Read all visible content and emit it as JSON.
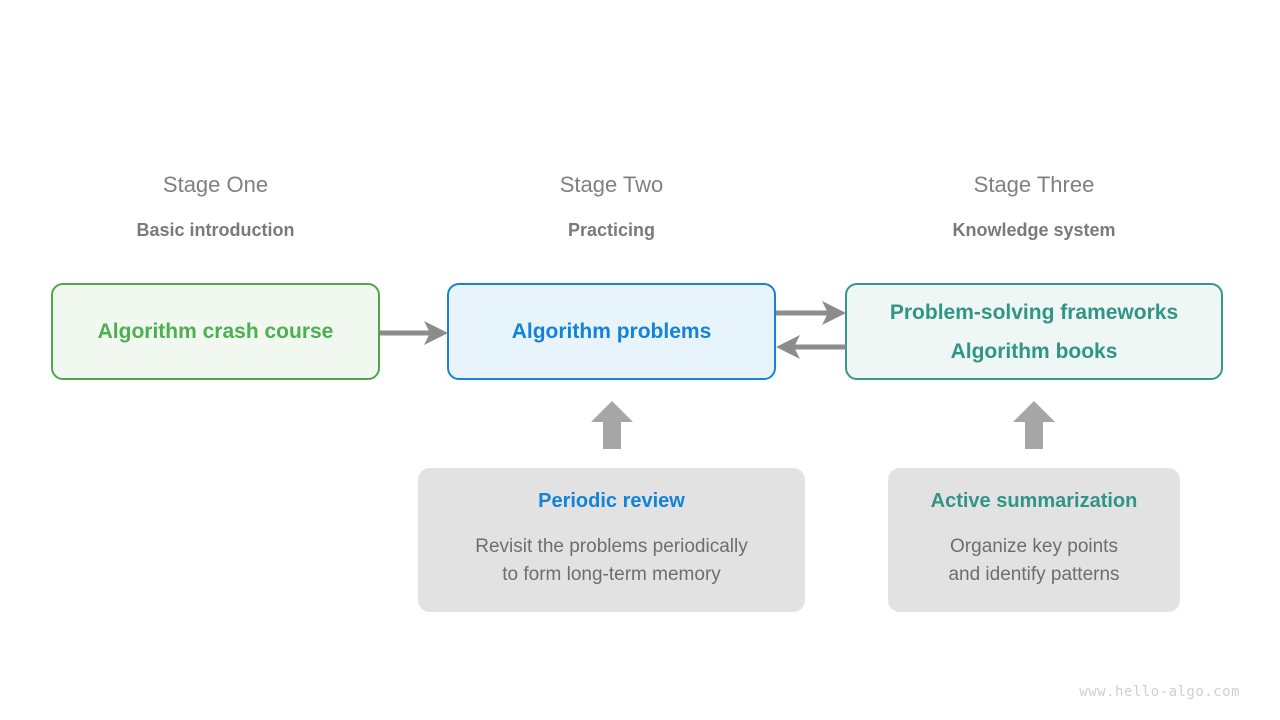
{
  "stages": [
    {
      "title": "Stage One",
      "subtitle": "Basic introduction",
      "box_lines": [
        "Algorithm crash course"
      ],
      "accent_color": "#4caf50",
      "border_color": "#53a44f",
      "fill_color": "#f1f8f0"
    },
    {
      "title": "Stage Two",
      "subtitle": "Practicing",
      "box_lines": [
        "Algorithm problems"
      ],
      "accent_color": "#1283d8",
      "border_color": "#1a81d6",
      "fill_color": "#e8f4fc"
    },
    {
      "title": "Stage Three",
      "subtitle": "Knowledge system",
      "box_lines": [
        "Problem-solving frameworks",
        "Algorithm books"
      ],
      "accent_color": "#319586",
      "border_color": "#36968a",
      "fill_color": "#eef7f4"
    }
  ],
  "notes": [
    {
      "title": "Periodic review",
      "body": "Revisit the problems periodically\nto form long-term memory",
      "title_color": "#1283d8",
      "fill_color": "#e2e2e2"
    },
    {
      "title": "Active summarization",
      "body": "Organize key points\nand identify patterns",
      "title_color": "#319586",
      "fill_color": "#e2e2e2"
    }
  ],
  "connectors": {
    "arrow_color": "#8c8c8c",
    "items": [
      {
        "name": "crash-course-to-problems",
        "direction": "right"
      },
      {
        "name": "problems-to-frameworks",
        "direction": "right"
      },
      {
        "name": "frameworks-to-problems",
        "direction": "left"
      },
      {
        "name": "periodic-review-to-problems",
        "direction": "up"
      },
      {
        "name": "active-summarization-to-frameworks",
        "direction": "up"
      }
    ]
  },
  "watermark": "www.hello-algo.com"
}
